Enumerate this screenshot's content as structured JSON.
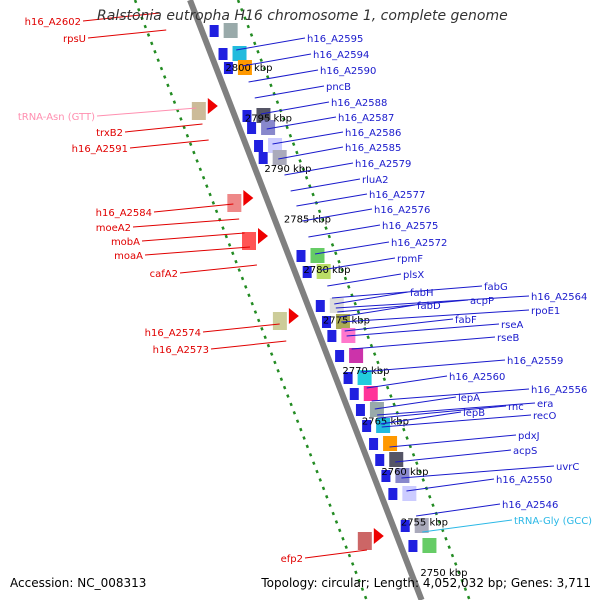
{
  "title": "Ralstonia eutropha H16 chromosome 1, complete genome",
  "footer": {
    "accession": "Accession: NC_008313",
    "stats": "Topology: circular; Length: 4,052,032 bp; Genes: 3,711"
  },
  "colors": {
    "axis": "#808080",
    "label_blue": "#1a1acc",
    "label_red": "#e00000",
    "label_trna": "#ff8fb0",
    "label_trna_gly": "#2bb8e6",
    "dotted_track": "#228b22",
    "gene_forward": "#2020e0",
    "gene_reverse": "#ee0000"
  },
  "tick_labels": [
    "2800 kbp",
    "2795 kbp",
    "2790 kbp",
    "2785 kbp",
    "2780 kbp",
    "2775 kbp",
    "2770 kbp",
    "2765 kbp",
    "2760 kbp",
    "2755 kbp",
    "2750 kbp"
  ],
  "right_labels": [
    {
      "text": "h16_A2595",
      "color": "blue"
    },
    {
      "text": "h16_A2594",
      "color": "blue"
    },
    {
      "text": "h16_A2590",
      "color": "blue"
    },
    {
      "text": "pncB",
      "color": "blue"
    },
    {
      "text": "h16_A2588",
      "color": "blue"
    },
    {
      "text": "h16_A2587",
      "color": "blue"
    },
    {
      "text": "h16_A2586",
      "color": "blue"
    },
    {
      "text": "h16_A2585",
      "color": "blue"
    },
    {
      "text": "h16_A2579",
      "color": "blue"
    },
    {
      "text": "rluA2",
      "color": "blue"
    },
    {
      "text": "h16_A2577",
      "color": "blue"
    },
    {
      "text": "h16_A2576",
      "color": "blue"
    },
    {
      "text": "h16_A2575",
      "color": "blue"
    },
    {
      "text": "h16_A2572",
      "color": "blue"
    },
    {
      "text": "rpmF",
      "color": "blue"
    },
    {
      "text": "plsX",
      "color": "blue"
    },
    {
      "text": "fabG",
      "color": "blue"
    },
    {
      "text": "fabH",
      "color": "blue"
    },
    {
      "text": "acpP",
      "color": "blue"
    },
    {
      "text": "h16_A2564",
      "color": "blue"
    },
    {
      "text": "fabD",
      "color": "blue"
    },
    {
      "text": "rpoE1",
      "color": "blue"
    },
    {
      "text": "fabF",
      "color": "blue"
    },
    {
      "text": "rseA",
      "color": "blue"
    },
    {
      "text": "rseB",
      "color": "blue"
    },
    {
      "text": "h16_A2559",
      "color": "blue"
    },
    {
      "text": "h16_A2560",
      "color": "blue"
    },
    {
      "text": "h16_A2556",
      "color": "blue"
    },
    {
      "text": "lepA",
      "color": "blue"
    },
    {
      "text": "era",
      "color": "blue"
    },
    {
      "text": "rnc",
      "color": "blue"
    },
    {
      "text": "lepB",
      "color": "blue"
    },
    {
      "text": "recO",
      "color": "blue"
    },
    {
      "text": "pdxJ",
      "color": "blue"
    },
    {
      "text": "acpS",
      "color": "blue"
    },
    {
      "text": "uvrC",
      "color": "blue"
    },
    {
      "text": "h16_A2550",
      "color": "blue"
    },
    {
      "text": "h16_A2546",
      "color": "blue"
    },
    {
      "text": "tRNA-Gly (GCC)",
      "color": "trna_gly"
    }
  ],
  "left_labels": [
    {
      "text": "h16_A2602",
      "color": "red"
    },
    {
      "text": "rpsU",
      "color": "red"
    },
    {
      "text": "tRNA-Asn (GTT)",
      "color": "trna"
    },
    {
      "text": "trxB2",
      "color": "red"
    },
    {
      "text": "h16_A2591",
      "color": "red"
    },
    {
      "text": "h16_A2584",
      "color": "red"
    },
    {
      "text": "moeA2",
      "color": "red"
    },
    {
      "text": "mobA",
      "color": "red"
    },
    {
      "text": "moaA",
      "color": "red"
    },
    {
      "text": "cafA2",
      "color": "red"
    },
    {
      "text": "h16_A2574",
      "color": "red"
    },
    {
      "text": "h16_A2573",
      "color": "red"
    },
    {
      "text": "efp2",
      "color": "red"
    }
  ]
}
